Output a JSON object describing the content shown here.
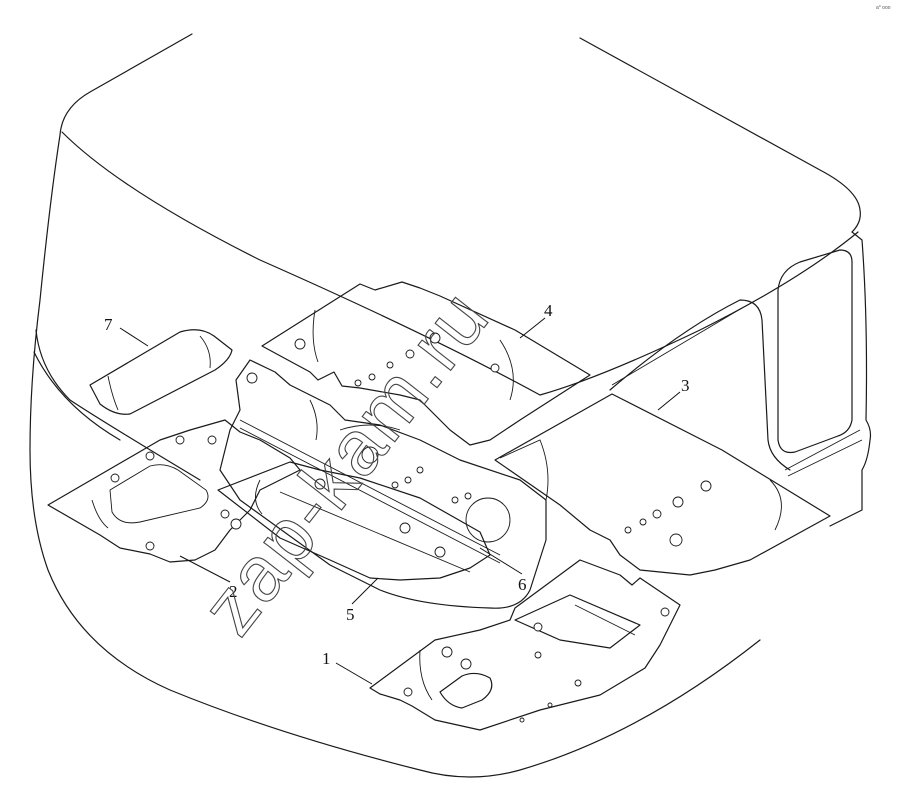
{
  "callouts": {
    "c1": "1",
    "c2": "2",
    "c3": "3",
    "c4": "4",
    "c5": "5",
    "c6": "6",
    "c7": "7"
  },
  "watermark": "zap-kam.ru",
  "corner_mark": "a⁰ ooo",
  "colors": {
    "line": "#1a1a1a",
    "background": "#ffffff"
  }
}
